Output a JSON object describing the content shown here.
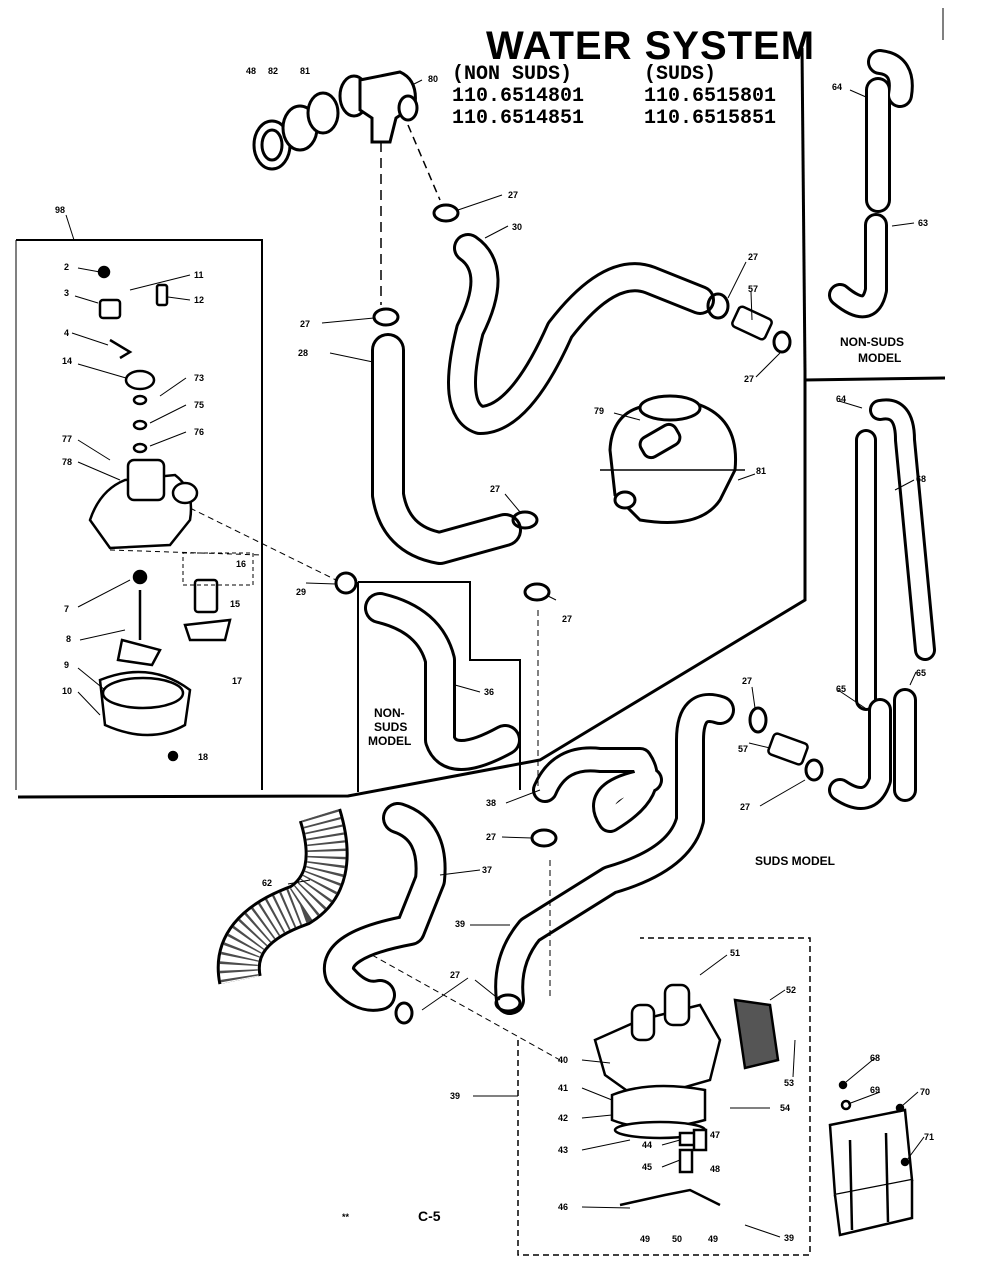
{
  "header": {
    "title": "WATER SYSTEM",
    "non_suds": {
      "heading": "(NON SUDS)",
      "models": [
        "110.6514801",
        "110.6514851"
      ]
    },
    "suds": {
      "heading": "(SUDS)",
      "models": [
        "110.6515801",
        "110.6515851"
      ]
    }
  },
  "captions": {
    "non_suds_model_right": [
      "NON-SUDS",
      "MODEL"
    ],
    "non_suds_model_center": [
      "NON-",
      "SUDS",
      "MODEL"
    ],
    "suds_model": "SUDS MODEL"
  },
  "page_code": "C-5",
  "page_mark": "**",
  "callouts": {
    "pump_group": "98",
    "left_inset": [
      "2",
      "3",
      "4",
      "14",
      "77",
      "78",
      "7",
      "8",
      "9",
      "10",
      "11",
      "12",
      "73",
      "75",
      "76",
      "15",
      "16",
      "17",
      "18"
    ],
    "top": [
      "48",
      "82",
      "81",
      "80",
      "27",
      "30",
      "27",
      "27",
      "28",
      "57",
      "27",
      "64",
      "63",
      "79",
      "81",
      "27",
      "29",
      "27",
      "36"
    ],
    "right": [
      "64",
      "68",
      "65",
      "65",
      "27",
      "57",
      "27"
    ],
    "lower": [
      "38",
      "27",
      "62",
      "37",
      "39",
      "27"
    ],
    "pump_bottom": [
      "51",
      "52",
      "53",
      "40",
      "41",
      "42",
      "43",
      "44",
      "45",
      "47",
      "48",
      "46",
      "49",
      "50",
      "49",
      "39",
      "54",
      "39"
    ],
    "bracket": [
      "68",
      "69",
      "70",
      "71"
    ]
  }
}
